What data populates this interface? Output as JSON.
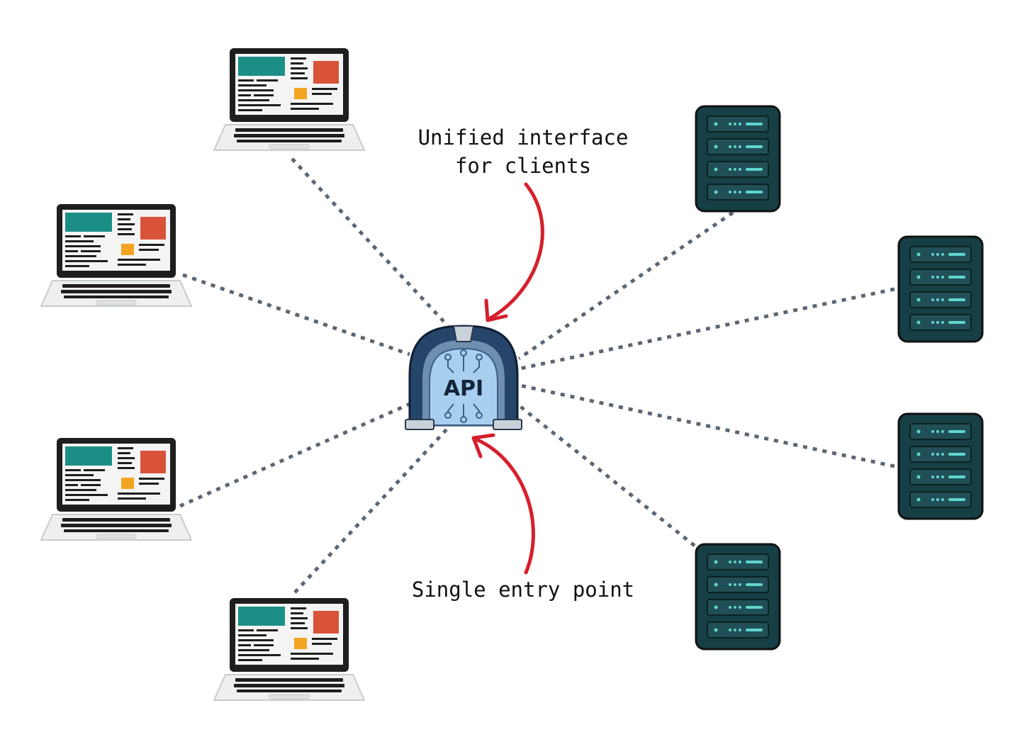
{
  "gateway": {
    "text": "API",
    "icon": "api-gateway-arch-icon"
  },
  "annotations": {
    "top_line1": "Unified interface",
    "top_line2": "for clients",
    "bottom": "Single entry point"
  },
  "clients": [
    {
      "icon": "laptop-icon"
    },
    {
      "icon": "laptop-icon"
    },
    {
      "icon": "laptop-icon"
    },
    {
      "icon": "laptop-icon"
    }
  ],
  "servers": [
    {
      "icon": "server-rack-icon"
    },
    {
      "icon": "server-rack-icon"
    },
    {
      "icon": "server-rack-icon"
    },
    {
      "icon": "server-rack-icon"
    }
  ],
  "colors": {
    "connector": "#5a6673",
    "arrow": "#d61f2c",
    "server": "#1c4b52",
    "server_light": "#5fd6d0",
    "laptop_teal": "#1b8f86",
    "laptop_red": "#d9533a",
    "laptop_orange": "#f3a521",
    "gateway_fill": "#a9cff0",
    "gateway_frame": "#26456a"
  }
}
